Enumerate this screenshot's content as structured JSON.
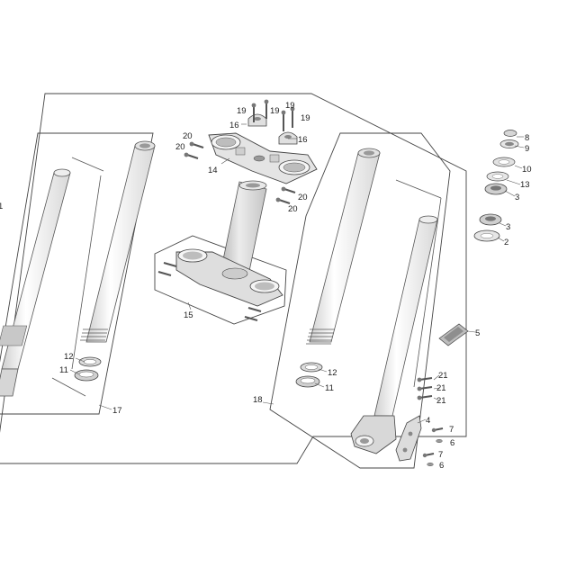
{
  "diagram": {
    "callouts": {
      "c1": "1",
      "c2": "2",
      "c3a": "3",
      "c3b": "3",
      "c4": "4",
      "c5": "5",
      "c6a": "6",
      "c6b": "6",
      "c7a": "7",
      "c7b": "7",
      "c8": "8",
      "c9": "9",
      "c10": "10",
      "c11a": "11",
      "c11b": "11",
      "c12a": "12",
      "c12b": "12",
      "c13": "13",
      "c14": "14",
      "c15": "15",
      "c16a": "16",
      "c16b": "16",
      "c17": "17",
      "c18": "18",
      "c19a": "19",
      "c19b": "19",
      "c19c": "19",
      "c19d": "19",
      "c20a": "20",
      "c20b": "20",
      "c20c": "20",
      "c20d": "20",
      "c21a": "21",
      "c21b": "21",
      "c21c": "21"
    }
  }
}
